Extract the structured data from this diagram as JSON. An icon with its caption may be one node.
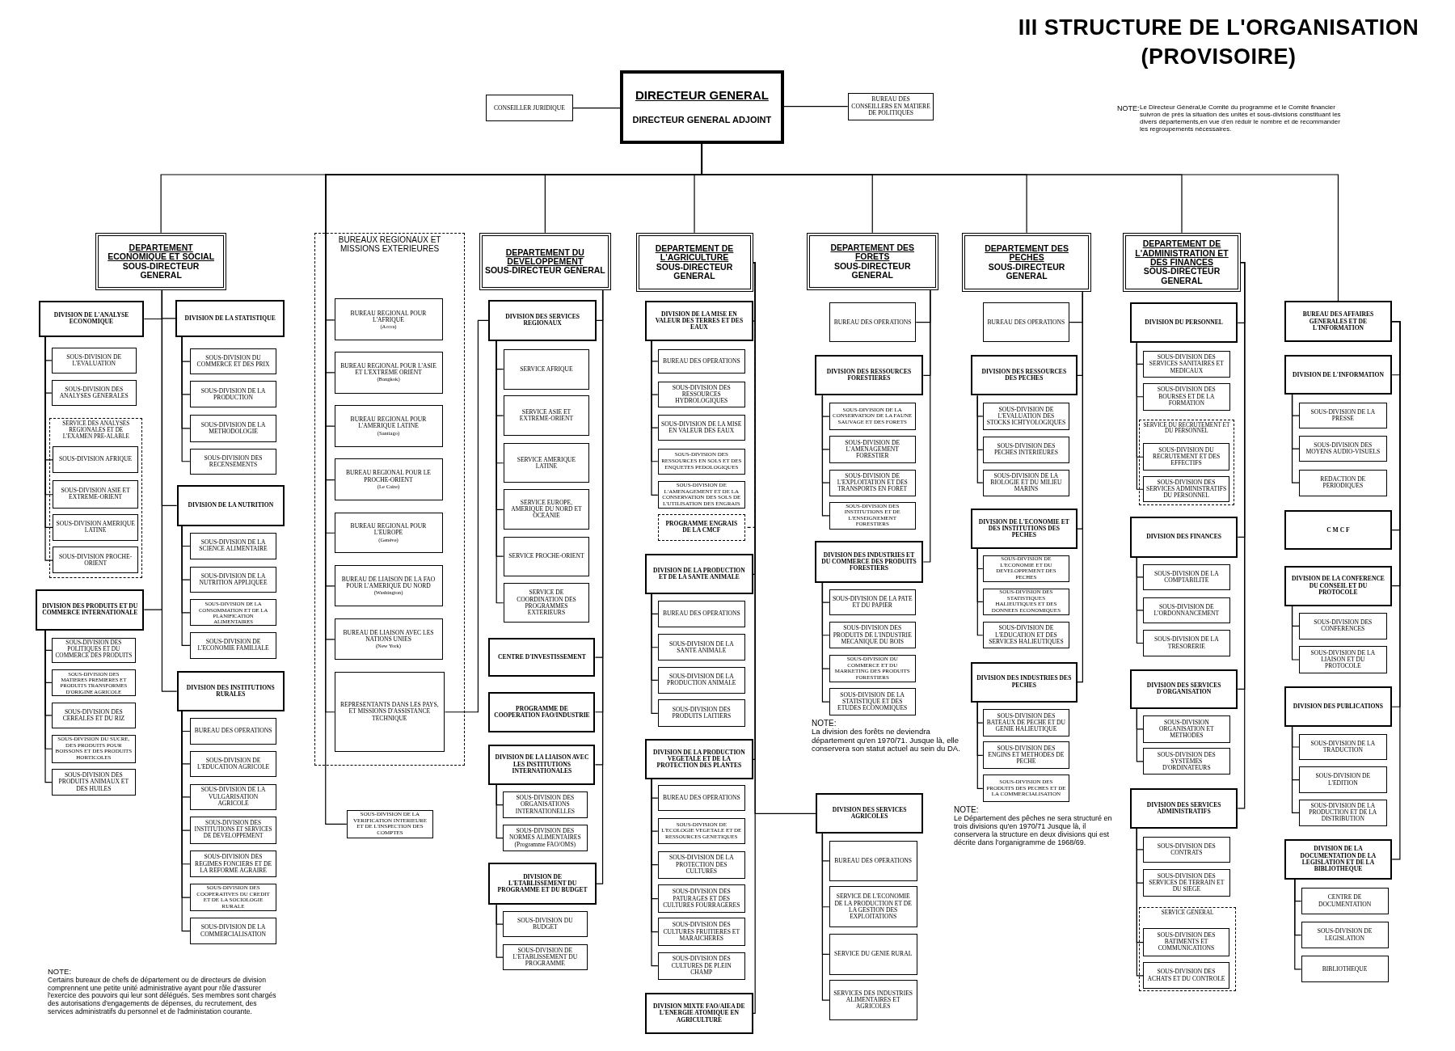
{
  "diagram": {
    "title": "III STRUCTURE DE L'ORGANISATION (PROVISOIRE)",
    "nodes": [
      {
        "text": [
          "DIRECTEUR GENERAL",
          "DIRECTEUR GENERAL ADJOINT"
        ]
      },
      {
        "text": [
          "CONSEILLER JURIDIQUE"
        ]
      },
      {
        "text": [
          "BUREAU DES CONSEILLERS EN MATIERE DE POLITIQUES"
        ]
      },
      {
        "text": [
          "DEPARTEMENT ECONOMIQUE ET SOCIAL",
          "SOUS-DIRECTEUR GENERAL"
        ]
      },
      {
        "text": [
          "DIVISION DE L'ANALYSE ECONOMIQUE"
        ]
      },
      {
        "text": [
          "SOUS-DIVISION DE L'EVALUATION"
        ]
      },
      {
        "text": [
          "SOUS-DIVISION DES ANALYSES GENERALES"
        ]
      },
      {
        "text": [
          "SERVICE DES ANALYSES REGIONALES ET DE L'EXAMEN PRE-ALABLE"
        ]
      },
      {
        "text": [
          "SOUS-DIVISION AFRIQUE"
        ],
        "in": 7
      },
      {
        "text": [
          "SOUS-DIVISION ASIE ET EXTREME-ORIENT"
        ],
        "in": 7
      },
      {
        "text": [
          "SOUS-DIVISION AMERIQUE LATINE"
        ],
        "in": 7
      },
      {
        "text": [
          "SOUS-DIVISION PROCHE-ORIENT"
        ],
        "in": 7
      },
      {
        "text": [
          "DIVISION DES PRODUITS ET DU COMMERCE INTERNATIONALE"
        ]
      },
      {
        "text": [
          "SOUS-DIVISION DES POLITIQUES ET DU COMMERCE DES PRODUITS"
        ]
      },
      {
        "text": [
          "SOUS-DIVISION DES MATIERES PREMIERES ET PRODUITS TRANSFORMES D'ORIGINE AGRICOLE"
        ]
      },
      {
        "text": [
          "SOUS-DIVISION DES CEREALES ET DU RIZ"
        ]
      },
      {
        "text": [
          "SOUS-DIVISION DU SUCRE, DES PRODUITS POUR BOISSONS ET DES PRODUITS HORTICOLES"
        ]
      },
      {
        "text": [
          "SOUS-DIVISION DES PRODUITS ANIMAUX ET DES HUILES"
        ]
      },
      {
        "text": [
          "DIVISION DE LA STATISTIQUE"
        ]
      },
      {
        "text": [
          "SOUS-DIVISION DU COMMERCE ET DES PRIX"
        ]
      },
      {
        "text": [
          "SOUS-DIVISION DE LA PRODUCTION"
        ]
      },
      {
        "text": [
          "SOUS-DIVISION DE LA METHODOLOGIE"
        ]
      },
      {
        "text": [
          "SOUS-DIVISION DES RECENSEMENTS"
        ]
      },
      {
        "text": [
          "DIVISION DE LA NUTRITION"
        ]
      },
      {
        "text": [
          "SOUS-DIVISION DE LA SCIENCE ALIMENTAIRE"
        ]
      },
      {
        "text": [
          "SOUS-DIVISION DE LA NUTRITION APPLIQUEE"
        ]
      },
      {
        "text": [
          "SOUS-DIVISION DE LA CONSOMMATION ET DE LA PLANIFICATION ALIMENTAIRES"
        ]
      },
      {
        "text": [
          "SOUS-DIVISION DE L'ECONOMIE FAMILIALE"
        ]
      },
      {
        "text": [
          "DIVISION DES INSTITUTIONS RURALES"
        ]
      },
      {
        "text": [
          "BUREAU DES OPERATIONS"
        ]
      },
      {
        "text": [
          "SOUS-DIVISION DE L'EDUCATION AGRICOLE"
        ]
      },
      {
        "text": [
          "SOUS-DIVISION DE LA VULGARISATION AGRICOLE"
        ]
      },
      {
        "text": [
          "SOUS-DIVISION DES INSTITUTIONS ET SERVICES DE DEVELOPPEMENT"
        ]
      },
      {
        "text": [
          "SOUS-DIVISION DES REGIMES FONCIERS ET DE LA REFORME AGRAIRE"
        ]
      },
      {
        "text": [
          "SOUS-DIVISION DES COOPERATIVES DU CREDIT ET DE LA SOCIOLOGIE RURALE"
        ]
      },
      {
        "text": [
          "SOUS-DIVISION DE LA COMMERCIALISATION"
        ]
      },
      {
        "text": [
          "BUREAUX REGIONAUX ET MISSIONS EXTERIEURES"
        ]
      },
      {
        "text": [
          "BUREAU REGIONAL POUR L'AFRIQUE",
          "(Accra)"
        ],
        "in": 36
      },
      {
        "text": [
          "BUREAU REGIONAL POUR L'ASIE ET L'EXTREME ORIENT",
          "(Bangkok)"
        ],
        "in": 36
      },
      {
        "text": [
          "BUREAU REGIONAL POUR L'AMERIQUE LATINE",
          "(Santiago)"
        ],
        "in": 36
      },
      {
        "text": [
          "BUREAU REGIONAL POUR LE PROCHE-ORIENT",
          "(Le Caire)"
        ],
        "in": 36
      },
      {
        "text": [
          "BUREAU REGIONAL POUR L'EUROPE",
          "(Genève)"
        ],
        "in": 36
      },
      {
        "text": [
          "BUREAU DE LIAISON DE LA FAO POUR L'AMERIQUE DU NORD",
          "(Washington)"
        ],
        "in": 36
      },
      {
        "text": [
          "BUREAU DE LIAISON AVEC LES NATIONS UNIES",
          "(New York)"
        ],
        "in": 36
      },
      {
        "text": [
          "REPRESENTANTS DANS LES PAYS, ET MISSIONS D'ASSISTANCE TECHNIQUE"
        ],
        "in": 36
      },
      {
        "text": [
          "SOUS-DIVISION DE LA VERIFICATION INTERIEURE ET DE L'INSPECTION DES COMPTES"
        ]
      },
      {
        "text": [
          "DEPARTEMENT DU DEVELOPPEMENT",
          "SOUS-DIRECTEUR GENERAL"
        ]
      },
      {
        "text": [
          "DIVISION DES SERVICES REGIONAUX"
        ]
      },
      {
        "text": [
          "SERVICE AFRIQUE"
        ]
      },
      {
        "text": [
          "SERVICE ASIE ET EXTREME-ORIENT"
        ]
      },
      {
        "text": [
          "SERVICE AMERIQUE LATINE"
        ]
      },
      {
        "text": [
          "SERVICE EUROPE, AMERIQUE DU NORD ET OCEANIE"
        ]
      },
      {
        "text": [
          "SERVICE PROCHE-ORIENT"
        ]
      },
      {
        "text": [
          "SERVICE DE COORDINATION DES PROGRAMMES EXTERIEURS"
        ]
      },
      {
        "text": [
          "CENTRE D'INVESTISSEMENT"
        ]
      },
      {
        "text": [
          "PROGRAMME DE COOPERATION FAO/INDUSTRIE"
        ]
      },
      {
        "text": [
          "DIVISION DE LA LIAISON AVEC LES INSTITUTIONS INTERNATIONALES"
        ]
      },
      {
        "text": [
          "SOUS-DIVISION DES ORGANISATIONS INTERNATIONELLES"
        ]
      },
      {
        "text": [
          "SOUS-DIVISION DES NORMES ALIMENTAIRES (Programme FAO/OMS)"
        ]
      },
      {
        "text": [
          "DIVISION DE L'ETABLISSEMENT DU PROGRAMME ET DU BUDGET"
        ]
      },
      {
        "text": [
          "SOUS-DIVISION DU BUDGET"
        ]
      },
      {
        "text": [
          "SOUS-DIVISION DE L'ETABLISSEMENT DU PROGRAMME"
        ]
      },
      {
        "text": [
          "DEPARTEMENT DE L'AGRICULTURE",
          "SOUS-DIRECTEUR GENERAL"
        ]
      },
      {
        "text": [
          "DIVISION DE LA MISE EN VALEUR DES TERRES ET DES EAUX"
        ]
      },
      {
        "text": [
          "BUREAU DES OPERATIONS"
        ]
      },
      {
        "text": [
          "SOUS-DIVISION DES RESSOURCES HYDROLOGIQUES"
        ]
      },
      {
        "text": [
          "SOUS-DIVISION DE LA MISE EN VALEUR DES EAUX"
        ]
      },
      {
        "text": [
          "SOUS-DIVISION DES RESSOURCES EN SOLS ET DES ENQUETES PEDOLOGIQUES"
        ]
      },
      {
        "text": [
          "SOUS-DIVISION DE L'AMENAGEMENT ET DE LA CONSERVATION DES SOLS DE L'UTILISATION DES ENGRAIS"
        ]
      },
      {
        "text": [
          "PROGRAMME ENGRAIS DE LA CMCF"
        ]
      },
      {
        "text": [
          "DIVISION DE LA PRODUCTION ET DE LA SANTE ANIMALE"
        ]
      },
      {
        "text": [
          "BUREAU DES OPERATIONS"
        ]
      },
      {
        "text": [
          "SOUS-DIVISION DE LA SANTE ANIMALE"
        ]
      },
      {
        "text": [
          "SOUS-DIVISION DE LA PRODUCTION ANIMALE"
        ]
      },
      {
        "text": [
          "SOUS-DIVISION DES PRODUITS LAITIERS"
        ]
      },
      {
        "text": [
          "DIVISION DE LA PRODUCTION VEGETALE ET DE LA PROTECTION DES PLANTES"
        ]
      },
      {
        "text": [
          "BUREAU DES OPERATIONS"
        ]
      },
      {
        "text": [
          "SOUS-DIVISION DE L'ECOLOGIE VEGETALE ET DE RESSOURCES GENETIQUES"
        ]
      },
      {
        "text": [
          "SOUS-DIVISION DE LA PROTECTION DES CULTURES"
        ]
      },
      {
        "text": [
          "SOUS-DIVISION DES PATURAGES ET DES CULTURES FOURRAGERES"
        ]
      },
      {
        "text": [
          "SOUS-DIVISION DES CULTURES FRUITIERES ET MARAICHERES"
        ]
      },
      {
        "text": [
          "SOUS-DIVISION DES CULTURES DE PLEIN CHAMP"
        ]
      },
      {
        "text": [
          "DIVISION MIXTE FAO/AIEA DE L'ENERGIE ATOMIQUE EN AGRICULTURE"
        ]
      },
      {
        "text": [
          "DIVISION DES SERVICES AGRICOLES"
        ]
      },
      {
        "text": [
          "BUREAU DES OPERATIONS"
        ]
      },
      {
        "text": [
          "SERVICE DE L'ECONOMIE DE LA PRODUCTION ET DE LA GESTION DES EXPLOITATIONS"
        ]
      },
      {
        "text": [
          "SERVICE DU GENIE RURAL"
        ]
      },
      {
        "text": [
          "SERVICES DES INDUSTRIES ALIMENTAIRES ET AGRICOLES"
        ]
      },
      {
        "text": [
          "DEPARTEMENT DES FORETS",
          "SOUS-DIRECTEUR GENERAL"
        ]
      },
      {
        "text": [
          "BUREAU DES OPERATIONS"
        ]
      },
      {
        "text": [
          "DIVISION DES RESSOURCES FORESTIERES"
        ]
      },
      {
        "text": [
          "SOUS-DIVISION DE LA CONSERVATION DE LA FAUNE SAUVAGE ET DES FORETS"
        ]
      },
      {
        "text": [
          "SOUS-DIVISION DE L'AMENAGEMENT FORESTIER"
        ]
      },
      {
        "text": [
          "SOUS-DIVISION DE L'EXPLOITATION ET DES TRANSPORTS EN FORET"
        ]
      },
      {
        "text": [
          "SOUS-DIVISION DES INSTITUTIONS ET DE L'ENSEIGNEMENT FORESTIERS"
        ]
      },
      {
        "text": [
          "DIVISION DES INDUSTRIES ET DU COMMERCE DES PRODUITS FORESTIERS"
        ]
      },
      {
        "text": [
          "SOUS-DIVISION DE LA PATE ET DU PAPIER"
        ]
      },
      {
        "text": [
          "SOUS-DIVISION DES PRODUITS DE L'INDUSTRIE MECANIQUE DU BOIS"
        ]
      },
      {
        "text": [
          "SOUS-DIVISION DU COMMERCE ET DU MARKETING DES PRODUITS FORESTIERS"
        ]
      },
      {
        "text": [
          "SOUS-DIVISION DE LA STATISTIQUE ET DES ETUDES ECONOMIQUES"
        ]
      },
      {
        "text": [
          "DEPARTEMENT DES PECHES",
          "SOUS-DIRECTEUR GENERAL"
        ]
      },
      {
        "text": [
          "BUREAU DES OPERATIONS"
        ]
      },
      {
        "text": [
          "DIVISION DES RESSOURCES DES PECHES"
        ]
      },
      {
        "text": [
          "SOUS-DIVISION DE L'EVALUATION DES STOCKS ICHTYOLOGIQUES"
        ]
      },
      {
        "text": [
          "SOUS-DIVISION DES PECHES INTERIEURES"
        ]
      },
      {
        "text": [
          "SOUS-DIVISION DE LA BIOLOGIE ET DU MILIEU MARINS"
        ]
      },
      {
        "text": [
          "DIVISION DE L'ECONOMIE ET DES INSTITUTIONS DES PECHES"
        ]
      },
      {
        "text": [
          "SOUS-DIVISION DE L'ECONOMIE ET DU DEVELOPPEMENT DES PECHES"
        ]
      },
      {
        "text": [
          "SOUS-DIVISION DES STATISTIQUES HALIEUTIQUES ET DES DONNEES ECONOMIQUES"
        ]
      },
      {
        "text": [
          "SOUS-DIVISION DE L'EDUCATION ET DES SERVICES HALIEUTIQUES"
        ]
      },
      {
        "text": [
          "DIVISION DES INDUSTRIES DES PECHES"
        ]
      },
      {
        "text": [
          "SOUS-DIVISION DES BATEAUX DE PECHE ET DU GENIE HALIEUTIQUE"
        ]
      },
      {
        "text": [
          "SOUS-DIVISION DES ENGINS ET METHODES DE PECHE"
        ]
      },
      {
        "text": [
          "SOUS-DIVISION DES PRODUITS DES PECHES ET DE LA COMMERCIALISATION"
        ]
      },
      {
        "text": [
          "DEPARTEMENT DE L'ADMINISTRATION ET DES FINANCES",
          "SOUS-DIRECTEUR GENERAL"
        ]
      },
      {
        "text": [
          "DIVISION DU PERSONNEL"
        ]
      },
      {
        "text": [
          "SOUS-DIVISION DES SERVICES SANITAIRES ET MEDICAUX"
        ]
      },
      {
        "text": [
          "SOUS-DIVISION DES BOURSES ET DE LA FORMATION"
        ]
      },
      {
        "text": [
          "SERVICE DU RECRUTEMENT ET DU PERSONNEL"
        ]
      },
      {
        "text": [
          "SOUS-DIVISION DU RECRUTEMENT ET DES EFFECTIFS"
        ],
        "in": 118
      },
      {
        "text": [
          "SOUS-DIVISION DES SERVICES ADMINISTRATIFS DU PERSONNEL"
        ],
        "in": 118
      },
      {
        "text": [
          "DIVISION DES FINANCES"
        ]
      },
      {
        "text": [
          "SOUS-DIVISION DE LA COMPTABILITE"
        ]
      },
      {
        "text": [
          "SOUS-DIVISION DE L'ORDONNANCEMENT"
        ]
      },
      {
        "text": [
          "SOUS-DIVISION DE LA TRESORERIE"
        ]
      },
      {
        "text": [
          "DIVISION DES SERVICES D'ORGANISATION"
        ]
      },
      {
        "text": [
          "SOUS-DIVISION ORGANISATION ET METHODES"
        ]
      },
      {
        "text": [
          "SOUS-DIVISION DES SYSTEMES D'ORDINATEURS"
        ]
      },
      {
        "text": [
          "DIVISION DES SERVICES ADMINISTRATIFS"
        ]
      },
      {
        "text": [
          "SOUS-DIVISION DES CONTRATS"
        ]
      },
      {
        "text": [
          "SOUS-DIVISION DES SERVICES DE TERRAIN ET DU SIEGE"
        ]
      },
      {
        "text": [
          "SERVICE GENERAL"
        ]
      },
      {
        "text": [
          "SOUS-DIVISION DES BATIMENTS ET COMMUNICATIONS"
        ],
        "in": 131
      },
      {
        "text": [
          "SOUS-DIVISION DES ACHATS ET DU CONTROLE"
        ],
        "in": 131
      },
      {
        "text": [
          "BUREAU DES AFFAIRES GENERALES ET DE L'INFORMATION"
        ]
      },
      {
        "text": [
          "DIVISION DE L'INFORMATION"
        ]
      },
      {
        "text": [
          "SOUS-DIVISION DE LA PRESSE"
        ]
      },
      {
        "text": [
          "SOUS-DIVISION DES MOYENS AUDIO-VISUELS"
        ]
      },
      {
        "text": [
          "REDACTION DE PERIODIQUES"
        ]
      },
      {
        "text": [
          "C M C F"
        ]
      },
      {
        "text": [
          "DIVISION DE LA CONFERENCE DU CONSEIL ET DU PROTOCOLE"
        ]
      },
      {
        "text": [
          "SOUS-DIVISION DES CONFERENCES"
        ]
      },
      {
        "text": [
          "SOUS-DIVISION DE LA LIAISON ET DU PROTOCOLE"
        ]
      },
      {
        "text": [
          "DIVISION DES PUBLICATIONS"
        ]
      },
      {
        "text": [
          "SOUS-DIVISION DE LA TRADUCTION"
        ]
      },
      {
        "text": [
          "SOUS-DIVISION DE L'EDITION"
        ]
      },
      {
        "text": [
          "SOUS-DIVISION DE LA PRODUCTION ET DE LA DISTRIBUTION"
        ]
      },
      {
        "text": [
          "DIVISION DE LA DOCUMENTATION DE LA LEGISLATION ET DE LA BIBLIOTHEQUE"
        ]
      },
      {
        "text": [
          "CENTRE DE DOCUMENTATION"
        ]
      },
      {
        "text": [
          "SOUS-DIVISION DE LEGISLATION"
        ]
      },
      {
        "text": [
          "BIBLIOTHEQUE"
        ]
      }
    ],
    "edges": [
      {
        "from": 0,
        "to": 1,
        "arrow": "none"
      },
      {
        "from": 0,
        "to": 2,
        "arrow": "none"
      },
      {
        "from": 0,
        "to": 3,
        "arrow": "none"
      },
      {
        "from": 0,
        "to": 37,
        "arrow": "none"
      },
      {
        "from": 0,
        "to": 38,
        "arrow": "none"
      },
      {
        "from": 0,
        "to": 39,
        "arrow": "none"
      },
      {
        "from": 0,
        "to": 40,
        "arrow": "none"
      },
      {
        "from": 0,
        "to": 41,
        "arrow": "none"
      },
      {
        "from": 0,
        "to": 42,
        "arrow": "none"
      },
      {
        "from": 0,
        "to": 43,
        "arrow": "none"
      },
      {
        "from": 0,
        "to": 44,
        "arrow": "none"
      },
      {
        "from": 0,
        "to": 45,
        "arrow": "none"
      },
      {
        "from": 0,
        "to": 46,
        "arrow": "none"
      },
      {
        "from": 0,
        "to": 62,
        "arrow": "none"
      },
      {
        "from": 0,
        "to": 88,
        "arrow": "none"
      },
      {
        "from": 0,
        "to": 100,
        "arrow": "none"
      },
      {
        "from": 0,
        "to": 114,
        "arrow": "none"
      },
      {
        "from": 0,
        "to": 134,
        "arrow": "none"
      },
      {
        "from": 3,
        "to": 4,
        "arrow": "none"
      },
      {
        "from": 3,
        "to": 12,
        "arrow": "none"
      },
      {
        "from": 3,
        "to": 18,
        "arrow": "none"
      },
      {
        "from": 3,
        "to": 23,
        "arrow": "none"
      },
      {
        "from": 3,
        "to": 28,
        "arrow": "none"
      },
      {
        "from": 4,
        "to": 5,
        "arrow": "none"
      },
      {
        "from": 4,
        "to": 6,
        "arrow": "none"
      },
      {
        "from": 4,
        "to": 8,
        "arrow": "none"
      },
      {
        "from": 4,
        "to": 9,
        "arrow": "none"
      },
      {
        "from": 4,
        "to": 10,
        "arrow": "none"
      },
      {
        "from": 4,
        "to": 11,
        "arrow": "none"
      },
      {
        "from": 12,
        "to": 13,
        "arrow": "none"
      },
      {
        "from": 12,
        "to": 14,
        "arrow": "none"
      },
      {
        "from": 12,
        "to": 15,
        "arrow": "none"
      },
      {
        "from": 12,
        "to": 16,
        "arrow": "none"
      },
      {
        "from": 12,
        "to": 17,
        "arrow": "none"
      },
      {
        "from": 18,
        "to": 19,
        "arrow": "none"
      },
      {
        "from": 18,
        "to": 20,
        "arrow": "none"
      },
      {
        "from": 18,
        "to": 21,
        "arrow": "none"
      },
      {
        "from": 18,
        "to": 22,
        "arrow": "none"
      },
      {
        "from": 23,
        "to": 24,
        "arrow": "none"
      },
      {
        "from": 23,
        "to": 25,
        "arrow": "none"
      },
      {
        "from": 23,
        "to": 26,
        "arrow": "none"
      },
      {
        "from": 23,
        "to": 27,
        "arrow": "none"
      },
      {
        "from": 28,
        "to": 29,
        "arrow": "none"
      },
      {
        "from": 28,
        "to": 30,
        "arrow": "none"
      },
      {
        "from": 28,
        "to": 31,
        "arrow": "none"
      },
      {
        "from": 28,
        "to": 32,
        "arrow": "none"
      },
      {
        "from": 28,
        "to": 33,
        "arrow": "none"
      },
      {
        "from": 28,
        "to": 34,
        "arrow": "none"
      },
      {
        "from": 28,
        "to": 35,
        "arrow": "none"
      },
      {
        "from": 46,
        "to": 47,
        "arrow": "none"
      },
      {
        "from": 46,
        "to": 54,
        "arrow": "none"
      },
      {
        "from": 46,
        "to": 55,
        "arrow": "none"
      },
      {
        "from": 46,
        "to": 56,
        "arrow": "none"
      },
      {
        "from": 46,
        "to": 59,
        "arrow": "none"
      },
      {
        "from": 47,
        "to": 48,
        "arrow": "none"
      },
      {
        "from": 47,
        "to": 49,
        "arrow": "none"
      },
      {
        "from": 47,
        "to": 50,
        "arrow": "none"
      },
      {
        "from": 47,
        "to": 51,
        "arrow": "none"
      },
      {
        "from": 47,
        "to": 52,
        "arrow": "none"
      },
      {
        "from": 47,
        "to": 53,
        "arrow": "none"
      },
      {
        "from": 44,
        "to": 47,
        "arrow": "none"
      },
      {
        "from": 56,
        "to": 57,
        "arrow": "none"
      },
      {
        "from": 56,
        "to": 58,
        "arrow": "none"
      },
      {
        "from": 59,
        "to": 60,
        "arrow": "none"
      },
      {
        "from": 59,
        "to": 61,
        "arrow": "none"
      },
      {
        "from": 62,
        "to": 63,
        "arrow": "none"
      },
      {
        "from": 62,
        "to": 69,
        "arrow": "none",
        "style": "dashed"
      },
      {
        "from": 62,
        "to": 70,
        "arrow": "none"
      },
      {
        "from": 62,
        "to": 75,
        "arrow": "none"
      },
      {
        "from": 62,
        "to": 82,
        "arrow": "none"
      },
      {
        "from": 62,
        "to": 83,
        "arrow": "none"
      },
      {
        "from": 63,
        "to": 64,
        "arrow": "none"
      },
      {
        "from": 63,
        "to": 65,
        "arrow": "none"
      },
      {
        "from": 63,
        "to": 66,
        "arrow": "none"
      },
      {
        "from": 63,
        "to": 67,
        "arrow": "none"
      },
      {
        "from": 63,
        "to": 68,
        "arrow": "none"
      },
      {
        "from": 70,
        "to": 71,
        "arrow": "none"
      },
      {
        "from": 70,
        "to": 72,
        "arrow": "none"
      },
      {
        "from": 70,
        "to": 73,
        "arrow": "none"
      },
      {
        "from": 70,
        "to": 74,
        "arrow": "none"
      },
      {
        "from": 75,
        "to": 76,
        "arrow": "none"
      },
      {
        "from": 75,
        "to": 77,
        "arrow": "none"
      },
      {
        "from": 75,
        "to": 78,
        "arrow": "none"
      },
      {
        "from": 75,
        "to": 79,
        "arrow": "none"
      },
      {
        "from": 75,
        "to": 80,
        "arrow": "none"
      },
      {
        "from": 75,
        "to": 81,
        "arrow": "none"
      },
      {
        "from": 83,
        "to": 84,
        "arrow": "none"
      },
      {
        "from": 83,
        "to": 85,
        "arrow": "none"
      },
      {
        "from": 83,
        "to": 86,
        "arrow": "none"
      },
      {
        "from": 83,
        "to": 87,
        "arrow": "none"
      },
      {
        "from": 88,
        "to": 89,
        "arrow": "none"
      },
      {
        "from": 88,
        "to": 90,
        "arrow": "none"
      },
      {
        "from": 88,
        "to": 95,
        "arrow": "none"
      },
      {
        "from": 90,
        "to": 91,
        "arrow": "none"
      },
      {
        "from": 90,
        "to": 92,
        "arrow": "none"
      },
      {
        "from": 90,
        "to": 93,
        "arrow": "none"
      },
      {
        "from": 90,
        "to": 94,
        "arrow": "none"
      },
      {
        "from": 95,
        "to": 96,
        "arrow": "none"
      },
      {
        "from": 95,
        "to": 97,
        "arrow": "none"
      },
      {
        "from": 95,
        "to": 98,
        "arrow": "none"
      },
      {
        "from": 95,
        "to": 99,
        "arrow": "none"
      },
      {
        "from": 100,
        "to": 101,
        "arrow": "none"
      },
      {
        "from": 100,
        "to": 102,
        "arrow": "none"
      },
      {
        "from": 100,
        "to": 106,
        "arrow": "none"
      },
      {
        "from": 100,
        "to": 110,
        "arrow": "none"
      },
      {
        "from": 102,
        "to": 103,
        "arrow": "none"
      },
      {
        "from": 102,
        "to": 104,
        "arrow": "none"
      },
      {
        "from": 102,
        "to": 105,
        "arrow": "none"
      },
      {
        "from": 106,
        "to": 107,
        "arrow": "none"
      },
      {
        "from": 106,
        "to": 108,
        "arrow": "none"
      },
      {
        "from": 106,
        "to": 109,
        "arrow": "none"
      },
      {
        "from": 110,
        "to": 111,
        "arrow": "none"
      },
      {
        "from": 110,
        "to": 112,
        "arrow": "none"
      },
      {
        "from": 110,
        "to": 113,
        "arrow": "none"
      },
      {
        "from": 114,
        "to": 115,
        "arrow": "none"
      },
      {
        "from": 114,
        "to": 121,
        "arrow": "none"
      },
      {
        "from": 114,
        "to": 125,
        "arrow": "none"
      },
      {
        "from": 114,
        "to": 128,
        "arrow": "none"
      },
      {
        "from": 115,
        "to": 116,
        "arrow": "none"
      },
      {
        "from": 115,
        "to": 117,
        "arrow": "none"
      },
      {
        "from": 115,
        "to": 119,
        "arrow": "none"
      },
      {
        "from": 115,
        "to": 120,
        "arrow": "none"
      },
      {
        "from": 121,
        "to": 122,
        "arrow": "none"
      },
      {
        "from": 121,
        "to": 123,
        "arrow": "none"
      },
      {
        "from": 121,
        "to": 124,
        "arrow": "none"
      },
      {
        "from": 125,
        "to": 126,
        "arrow": "none"
      },
      {
        "from": 125,
        "to": 127,
        "arrow": "none"
      },
      {
        "from": 128,
        "to": 129,
        "arrow": "none"
      },
      {
        "from": 128,
        "to": 130,
        "arrow": "none"
      },
      {
        "from": 128,
        "to": 132,
        "arrow": "none"
      },
      {
        "from": 128,
        "to": 133,
        "arrow": "none"
      },
      {
        "from": 134,
        "to": 135,
        "arrow": "none"
      },
      {
        "from": 134,
        "to": 139,
        "arrow": "none"
      },
      {
        "from": 134,
        "to": 140,
        "arrow": "none"
      },
      {
        "from": 134,
        "to": 143,
        "arrow": "none"
      },
      {
        "from": 134,
        "to": 147,
        "arrow": "none"
      },
      {
        "from": 135,
        "to": 136,
        "arrow": "none"
      },
      {
        "from": 135,
        "to": 137,
        "arrow": "none"
      },
      {
        "from": 135,
        "to": 138,
        "arrow": "none"
      },
      {
        "from": 140,
        "to": 141,
        "arrow": "none"
      },
      {
        "from": 140,
        "to": 142,
        "arrow": "none"
      },
      {
        "from": 143,
        "to": 144,
        "arrow": "none"
      },
      {
        "from": 143,
        "to": 145,
        "arrow": "none"
      },
      {
        "from": 143,
        "to": 146,
        "arrow": "none"
      },
      {
        "from": 147,
        "to": 148,
        "arrow": "none"
      },
      {
        "from": 147,
        "to": 149,
        "arrow": "none"
      },
      {
        "from": 147,
        "to": 150,
        "arrow": "none"
      }
    ],
    "labels": [
      "NOTE:",
      "Le Directeur Général,le Comité du programme et le Comité financier suivron de près la situation des unités et sous-divisions constituant les divers départements,en vue d'en réduir le nombre et de recommander les regroupements nécessaires.",
      "NOTE:",
      "La division des forêts ne deviendra département qu'en 1970/71. Jusque là, elle conservera son statut actuel au sein du DA.",
      "NOTE:",
      "Le Département des pêches ne sera structuré en trois divisions qu'en 1970/71 Jusque là, il conservera la structure en deux divisions qui est décrite dans l'organigramme de 1968/69.",
      "NOTE:",
      "Certains bureaux de chefs de département ou de directeurs de division comprennent une petite unité administrative ayant pour rôle d'assurer l'exercice des pouvoirs qui leur sont délégués. Ses membres sont chargés des autorisations d'engagements de dépenses, du recrutement, des services administratifs du personnel et de l'administation courante."
    ]
  }
}
